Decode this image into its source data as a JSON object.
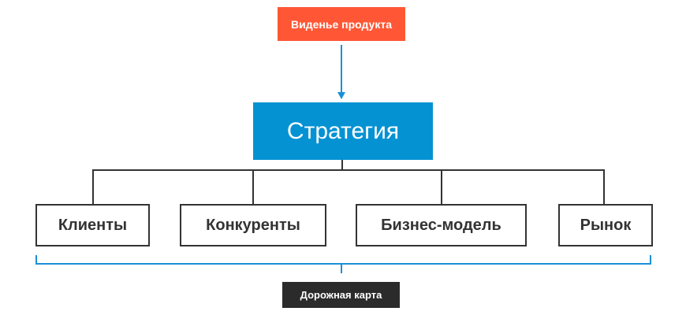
{
  "vision": "Виденье продукта",
  "strategy": "Стратегия",
  "children": [
    "Клиенты",
    "Конкуренты",
    "Бизнес-модель",
    "Рынок"
  ],
  "roadmap": "Дорожная карта",
  "colors": {
    "vision": "#ff5735",
    "strategy": "#0592d3",
    "roadmap": "#2b2b2b",
    "bracket": "#1b8fd6"
  }
}
